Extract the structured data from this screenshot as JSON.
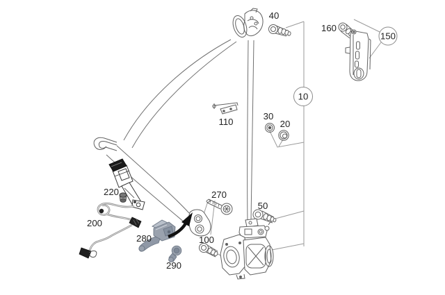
{
  "diagram": {
    "type": "parts-diagram",
    "subject": "front-seat-belt-assembly",
    "background_color": "#ffffff",
    "line_color": "#606060",
    "leader_color": "#9a9a9a",
    "highlight_part_color": "#9aa2ae",
    "arrow_color": "#111111",
    "labels": {
      "l10": "10",
      "l20": "20",
      "l30": "30",
      "l40": "40",
      "l50": "50",
      "l100": "100",
      "l110": "110",
      "l150": "150",
      "l160": "160",
      "l200": "200",
      "l220": "220",
      "l270": "270",
      "l280": "280",
      "l290": "290"
    },
    "circled_callouts": [
      "10",
      "150"
    ],
    "parts": [
      {
        "callout": "10",
        "icon": "seat-belt-assembly"
      },
      {
        "callout": "20",
        "icon": "spacer-ring"
      },
      {
        "callout": "30",
        "icon": "washer"
      },
      {
        "callout": "40",
        "icon": "anchor-bolt"
      },
      {
        "callout": "50",
        "icon": "retractor-bolt"
      },
      {
        "callout": "100",
        "icon": "mount-bolt"
      },
      {
        "callout": "110",
        "icon": "retaining-clip"
      },
      {
        "callout": "150",
        "icon": "height-adjuster-rail"
      },
      {
        "callout": "160",
        "icon": "adjuster-bolt"
      },
      {
        "callout": "200",
        "icon": "buckle-wiring-harness"
      },
      {
        "callout": "220",
        "icon": "seat-belt-buckle"
      },
      {
        "callout": "270",
        "icon": "torx-anchor-screw"
      },
      {
        "callout": "280",
        "icon": "highlighted-anchor-fitting"
      },
      {
        "callout": "290",
        "icon": "highlighted-fitting-bolt"
      }
    ]
  }
}
